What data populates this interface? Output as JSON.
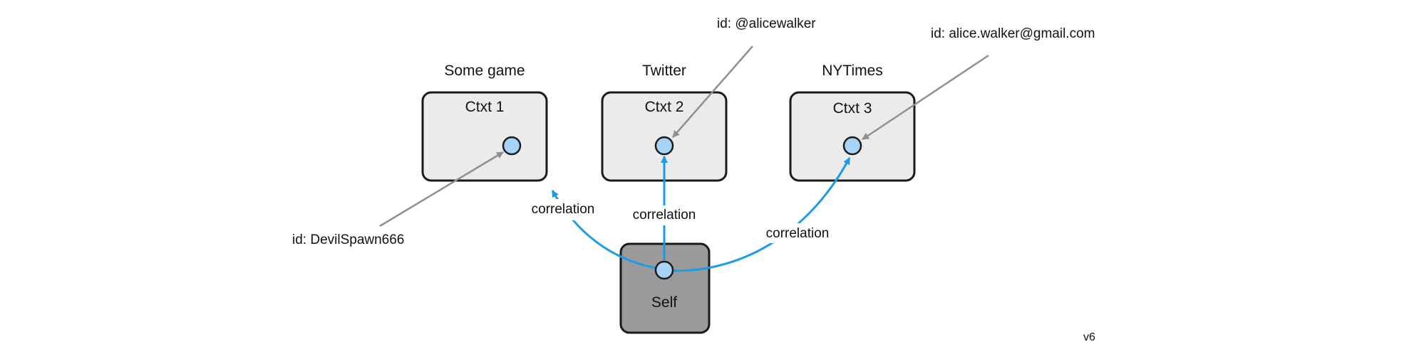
{
  "contexts": [
    {
      "title": "Some game",
      "box_label": "Ctxt 1",
      "identifier": "id: DevilSpawn666"
    },
    {
      "title": "Twitter",
      "box_label": "Ctxt 2",
      "identifier": "id: @alicewalker"
    },
    {
      "title": "NYTimes",
      "box_label": "Ctxt 3",
      "identifier": "id: alice.walker@gmail.com"
    }
  ],
  "self": {
    "label": "Self"
  },
  "correlation_labels": [
    "correlation",
    "correlation",
    "correlation"
  ],
  "version": "v6",
  "colors": {
    "correlation_line": "#1a9be8",
    "identifier_line": "#8f8f8f",
    "node_fill": "#a6d4f8",
    "context_box_fill": "#ebebeb",
    "self_box_fill": "#9a9a9a"
  }
}
